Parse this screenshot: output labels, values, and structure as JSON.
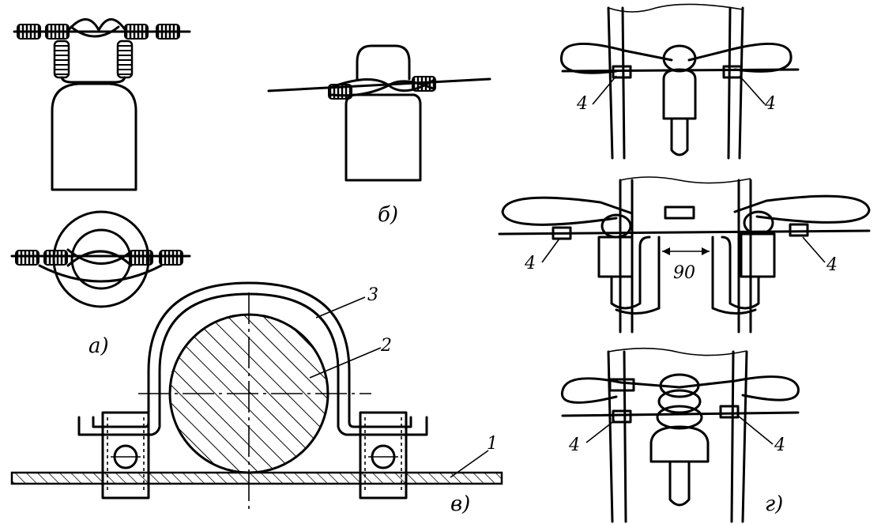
{
  "labels": {
    "a": "а)",
    "b": "б)",
    "v": "в)",
    "g": "г)"
  },
  "numbers": {
    "one": "1",
    "two": "2",
    "three": "3",
    "four": "4",
    "dimension": "90"
  }
}
